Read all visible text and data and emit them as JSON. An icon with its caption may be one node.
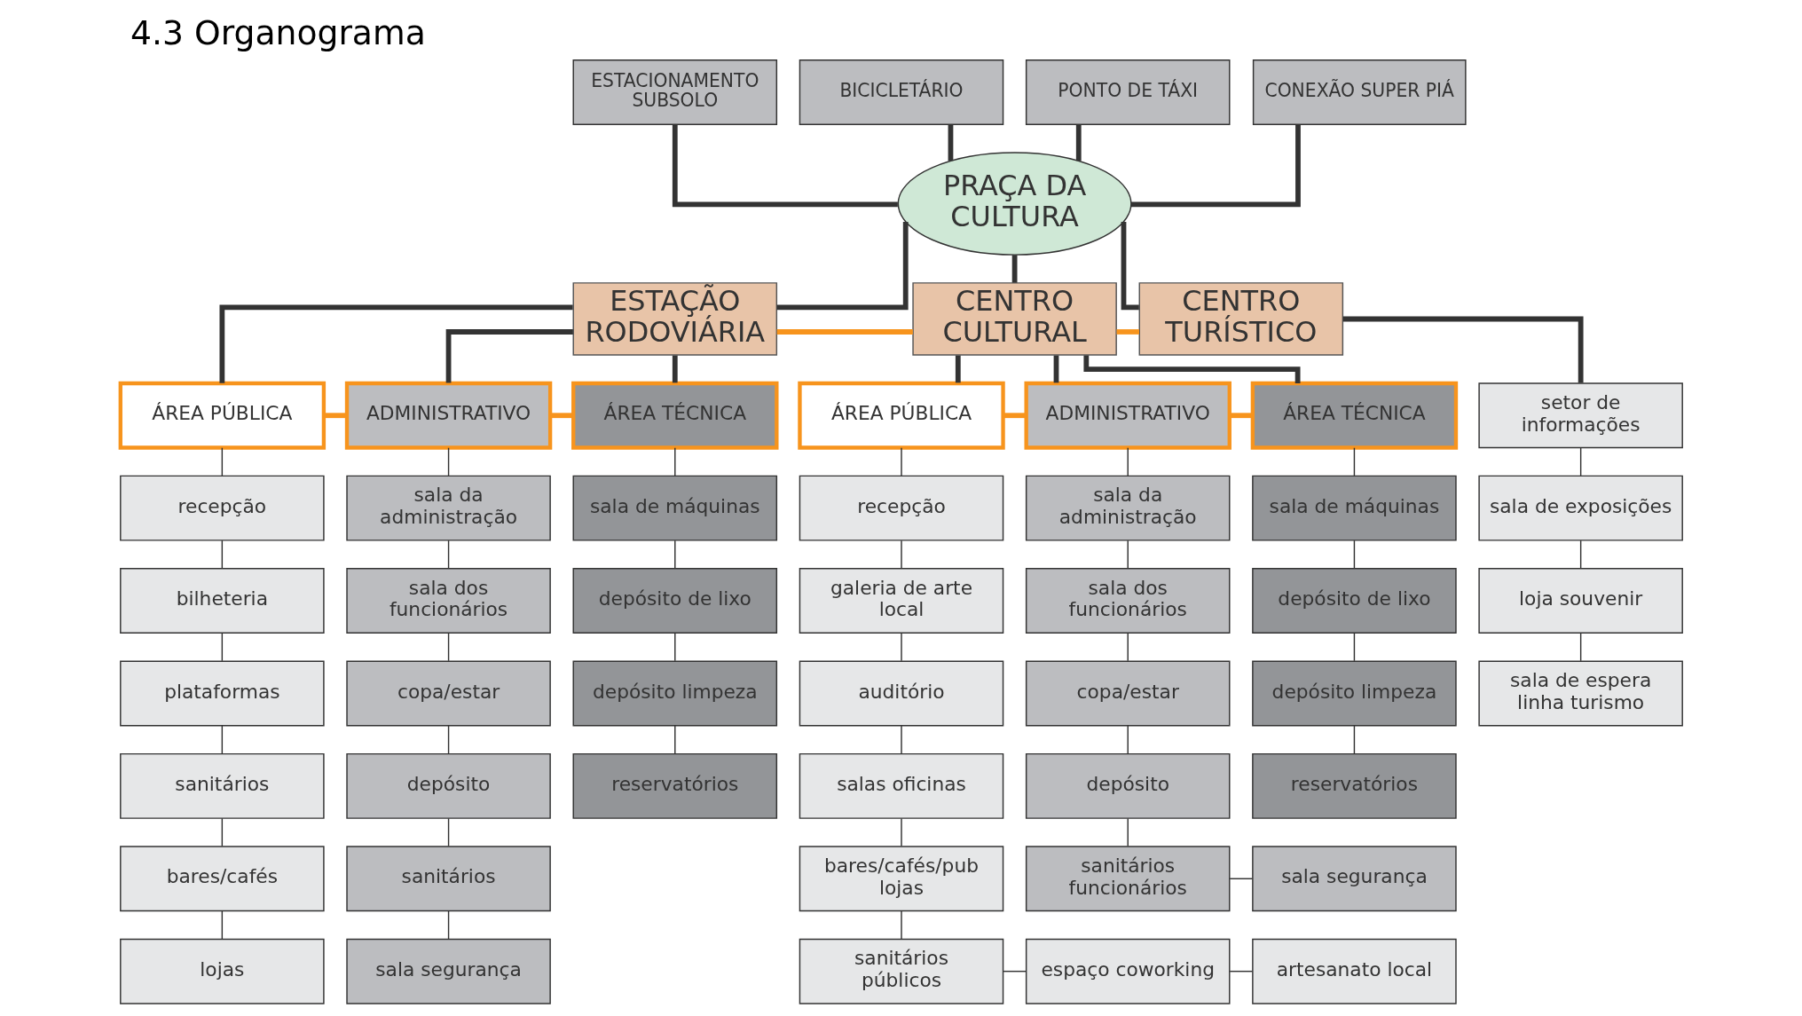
{
  "diagram": {
    "title": "4.3 Organograma",
    "nodes": [
      {
        "text": [
          "ESTACIONAMENTO SUBSOLO"
        ]
      },
      {
        "text": [
          "BICICLETÁRIO"
        ]
      },
      {
        "text": [
          "PONTO DE TÁXI"
        ]
      },
      {
        "text": [
          "CONEXÃO SUPER PIÁ"
        ]
      },
      {
        "text": [
          "PRAÇA DA CULTURA"
        ]
      },
      {
        "text": [
          "ESTAÇÃO RODOVIÁRIA"
        ]
      },
      {
        "text": [
          "CENTRO CULTURAL"
        ]
      },
      {
        "text": [
          "CENTRO TURÍSTICO"
        ]
      },
      {
        "text": [
          "ÁREA PÚBLICA"
        ]
      },
      {
        "text": [
          "ADMINISTRATIVO"
        ]
      },
      {
        "text": [
          "ÁREA TÉCNICA"
        ]
      },
      {
        "text": [
          "ÁREA PÚBLICA"
        ]
      },
      {
        "text": [
          "ADMINISTRATIVO"
        ]
      },
      {
        "text": [
          "ÁREA TÉCNICA"
        ]
      },
      {
        "text": [
          "recepção"
        ]
      },
      {
        "text": [
          "bilheteria"
        ]
      },
      {
        "text": [
          "plataformas"
        ]
      },
      {
        "text": [
          "sanitários"
        ]
      },
      {
        "text": [
          "bares/cafés"
        ]
      },
      {
        "text": [
          "lojas"
        ]
      },
      {
        "text": [
          "sala da administração"
        ]
      },
      {
        "text": [
          "sala dos funcionários"
        ]
      },
      {
        "text": [
          "copa/estar"
        ]
      },
      {
        "text": [
          "depósito"
        ]
      },
      {
        "text": [
          "sanitários"
        ]
      },
      {
        "text": [
          "sala segurança"
        ]
      },
      {
        "text": [
          "sala de máquinas"
        ]
      },
      {
        "text": [
          "depósito de lixo"
        ]
      },
      {
        "text": [
          "depósito limpeza"
        ]
      },
      {
        "text": [
          "reservatórios"
        ]
      },
      {
        "text": [
          "recepção"
        ]
      },
      {
        "text": [
          "galeria de arte local"
        ]
      },
      {
        "text": [
          "auditório"
        ]
      },
      {
        "text": [
          "salas oficinas"
        ]
      },
      {
        "text": [
          "bares/cafés/pub lojas"
        ]
      },
      {
        "text": [
          "sanitários públicos"
        ]
      },
      {
        "text": [
          "sala da administração"
        ]
      },
      {
        "text": [
          "sala dos funcionários"
        ]
      },
      {
        "text": [
          "copa/estar"
        ]
      },
      {
        "text": [
          "depósito"
        ]
      },
      {
        "text": [
          "sanitários funcionários"
        ]
      },
      {
        "text": [
          "espaço coworking"
        ]
      },
      {
        "text": [
          "sala de máquinas"
        ]
      },
      {
        "text": [
          "depósito de lixo"
        ]
      },
      {
        "text": [
          "depósito limpeza"
        ]
      },
      {
        "text": [
          "reservatórios"
        ]
      },
      {
        "text": [
          "sala segurança"
        ]
      },
      {
        "text": [
          "artesanato local"
        ]
      },
      {
        "text": [
          "setor de informações"
        ]
      },
      {
        "text": [
          "sala de exposições"
        ]
      },
      {
        "text": [
          "loja souvenir"
        ]
      },
      {
        "text": [
          "sala de espera linha turismo"
        ]
      }
    ],
    "edges": [
      {
        "from": 0,
        "to": 4,
        "arrow": "none",
        "style": "thick"
      },
      {
        "from": 1,
        "to": 4,
        "arrow": "none",
        "style": "thick"
      },
      {
        "from": 2,
        "to": 4,
        "arrow": "none",
        "style": "thick"
      },
      {
        "from": 3,
        "to": 4,
        "arrow": "none",
        "style": "thick"
      },
      {
        "from": 4,
        "to": 5,
        "arrow": "none",
        "style": "thick"
      },
      {
        "from": 4,
        "to": 6,
        "arrow": "none",
        "style": "thick"
      },
      {
        "from": 4,
        "to": 7,
        "arrow": "none",
        "style": "thick"
      },
      {
        "from": 5,
        "to": 6,
        "arrow": "none",
        "style": "thick",
        "color": "#f7941d"
      },
      {
        "from": 6,
        "to": 7,
        "arrow": "none",
        "style": "thick",
        "color": "#f7941d"
      },
      {
        "from": 5,
        "to": 8,
        "arrow": "none",
        "style": "thick"
      },
      {
        "from": 5,
        "to": 9,
        "arrow": "none",
        "style": "thick"
      },
      {
        "from": 5,
        "to": 10,
        "arrow": "none",
        "style": "thick"
      },
      {
        "from": 8,
        "to": 9,
        "arrow": "none",
        "style": "thick",
        "color": "#f7941d"
      },
      {
        "from": 9,
        "to": 10,
        "arrow": "none",
        "style": "thick",
        "color": "#f7941d"
      },
      {
        "from": 6,
        "to": 11,
        "arrow": "none",
        "style": "thick"
      },
      {
        "from": 6,
        "to": 12,
        "arrow": "none",
        "style": "thick"
      },
      {
        "from": 6,
        "to": 13,
        "arrow": "none",
        "style": "thick"
      },
      {
        "from": 11,
        "to": 12,
        "arrow": "none",
        "style": "thick",
        "color": "#f7941d"
      },
      {
        "from": 12,
        "to": 13,
        "arrow": "none",
        "style": "thick",
        "color": "#f7941d"
      },
      {
        "from": 7,
        "to": 48,
        "arrow": "none",
        "style": "thick"
      },
      {
        "from": 8,
        "to": 14,
        "arrow": "none"
      },
      {
        "from": 14,
        "to": 15,
        "arrow": "none"
      },
      {
        "from": 15,
        "to": 16,
        "arrow": "none"
      },
      {
        "from": 16,
        "to": 17,
        "arrow": "none"
      },
      {
        "from": 17,
        "to": 18,
        "arrow": "none"
      },
      {
        "from": 18,
        "to": 19,
        "arrow": "none"
      },
      {
        "from": 9,
        "to": 20,
        "arrow": "none"
      },
      {
        "from": 20,
        "to": 21,
        "arrow": "none"
      },
      {
        "from": 21,
        "to": 22,
        "arrow": "none"
      },
      {
        "from": 22,
        "to": 23,
        "arrow": "none"
      },
      {
        "from": 23,
        "to": 24,
        "arrow": "none"
      },
      {
        "from": 24,
        "to": 25,
        "arrow": "none"
      },
      {
        "from": 10,
        "to": 26,
        "arrow": "none"
      },
      {
        "from": 26,
        "to": 27,
        "arrow": "none"
      },
      {
        "from": 27,
        "to": 28,
        "arrow": "none"
      },
      {
        "from": 28,
        "to": 29,
        "arrow": "none"
      },
      {
        "from": 11,
        "to": 30,
        "arrow": "none"
      },
      {
        "from": 30,
        "to": 31,
        "arrow": "none"
      },
      {
        "from": 31,
        "to": 32,
        "arrow": "none"
      },
      {
        "from": 32,
        "to": 33,
        "arrow": "none"
      },
      {
        "from": 33,
        "to": 34,
        "arrow": "none"
      },
      {
        "from": 34,
        "to": 35,
        "arrow": "none"
      },
      {
        "from": 12,
        "to": 36,
        "arrow": "none"
      },
      {
        "from": 36,
        "to": 37,
        "arrow": "none"
      },
      {
        "from": 37,
        "to": 38,
        "arrow": "none"
      },
      {
        "from": 38,
        "to": 39,
        "arrow": "none"
      },
      {
        "from": 39,
        "to": 40,
        "arrow": "none"
      },
      {
        "from": 40,
        "to": 46,
        "arrow": "none"
      },
      {
        "from": 35,
        "to": 41,
        "arrow": "none"
      },
      {
        "from": 41,
        "to": 47,
        "arrow": "none"
      },
      {
        "from": 13,
        "to": 42,
        "arrow": "none"
      },
      {
        "from": 42,
        "to": 43,
        "arrow": "none"
      },
      {
        "from": 43,
        "to": 44,
        "arrow": "none"
      },
      {
        "from": 44,
        "to": 45,
        "arrow": "none"
      },
      {
        "from": 48,
        "to": 49,
        "arrow": "none"
      },
      {
        "from": 49,
        "to": 50,
        "arrow": "none"
      },
      {
        "from": 50,
        "to": 51,
        "arrow": "none"
      }
    ]
  }
}
